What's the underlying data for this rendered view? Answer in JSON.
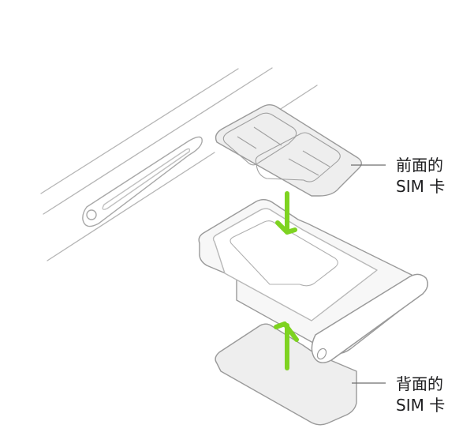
{
  "diagram": {
    "subject": "SIM tray with front and back SIM cards",
    "colors": {
      "outline": "#9a9a9a",
      "fill": "#eeeeee",
      "tray_fill": "#ffffff",
      "arrow": "#7ed321",
      "leader_line": "#6e6e6e",
      "text": "#1d1d1f"
    },
    "labels": {
      "front_sim": {
        "line1": "前面的",
        "line2": "SIM 卡"
      },
      "back_sim": {
        "line1": "背面的",
        "line2": "SIM 卡"
      }
    },
    "arrows": [
      {
        "name": "insert-front-sim",
        "direction": "down"
      },
      {
        "name": "insert-back-sim",
        "direction": "up"
      }
    ]
  }
}
